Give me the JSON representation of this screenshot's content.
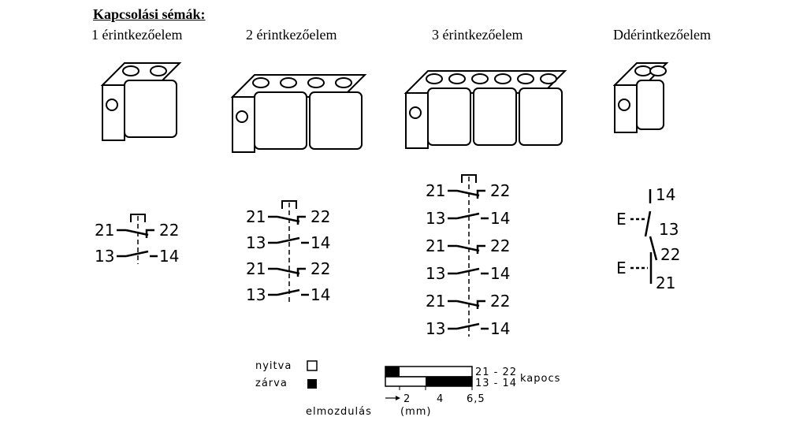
{
  "title": "Kapcsolási sémák:",
  "columns": [
    {
      "label": "1 érintkezőelem",
      "rows": [
        [
          "21",
          "22",
          "nc"
        ],
        [
          "13",
          "14",
          "no"
        ]
      ]
    },
    {
      "label": "2 érintkezőelem",
      "rows": [
        [
          "21",
          "22",
          "nc"
        ],
        [
          "13",
          "14",
          "no"
        ],
        [
          "21",
          "22",
          "nc"
        ],
        [
          "13",
          "14",
          "no"
        ]
      ]
    },
    {
      "label": "3 érintkezőelem",
      "rows": [
        [
          "21",
          "22",
          "nc"
        ],
        [
          "13",
          "14",
          "no"
        ],
        [
          "21",
          "22",
          "nc"
        ],
        [
          "13",
          "14",
          "no"
        ],
        [
          "21",
          "22",
          "nc"
        ],
        [
          "13",
          "14",
          "no"
        ]
      ]
    },
    {
      "label": "Ddérintkezőelem",
      "labels": {
        "t14": "14",
        "t13": "13",
        "t22": "22",
        "t21": "21",
        "e1": "E",
        "e2": "E"
      }
    }
  ],
  "legend": {
    "open_label": "nyitva",
    "closed_label": "zárva",
    "pair1": "21 - 22",
    "pair2": "13 - 14",
    "terminal_label": "kapocs",
    "ticks": [
      "2",
      "4",
      "6,5"
    ],
    "displacement_label": "elmozdulás",
    "unit_label": "(mm)"
  },
  "colors": {
    "ink": "#000000",
    "background": "#ffffff"
  }
}
